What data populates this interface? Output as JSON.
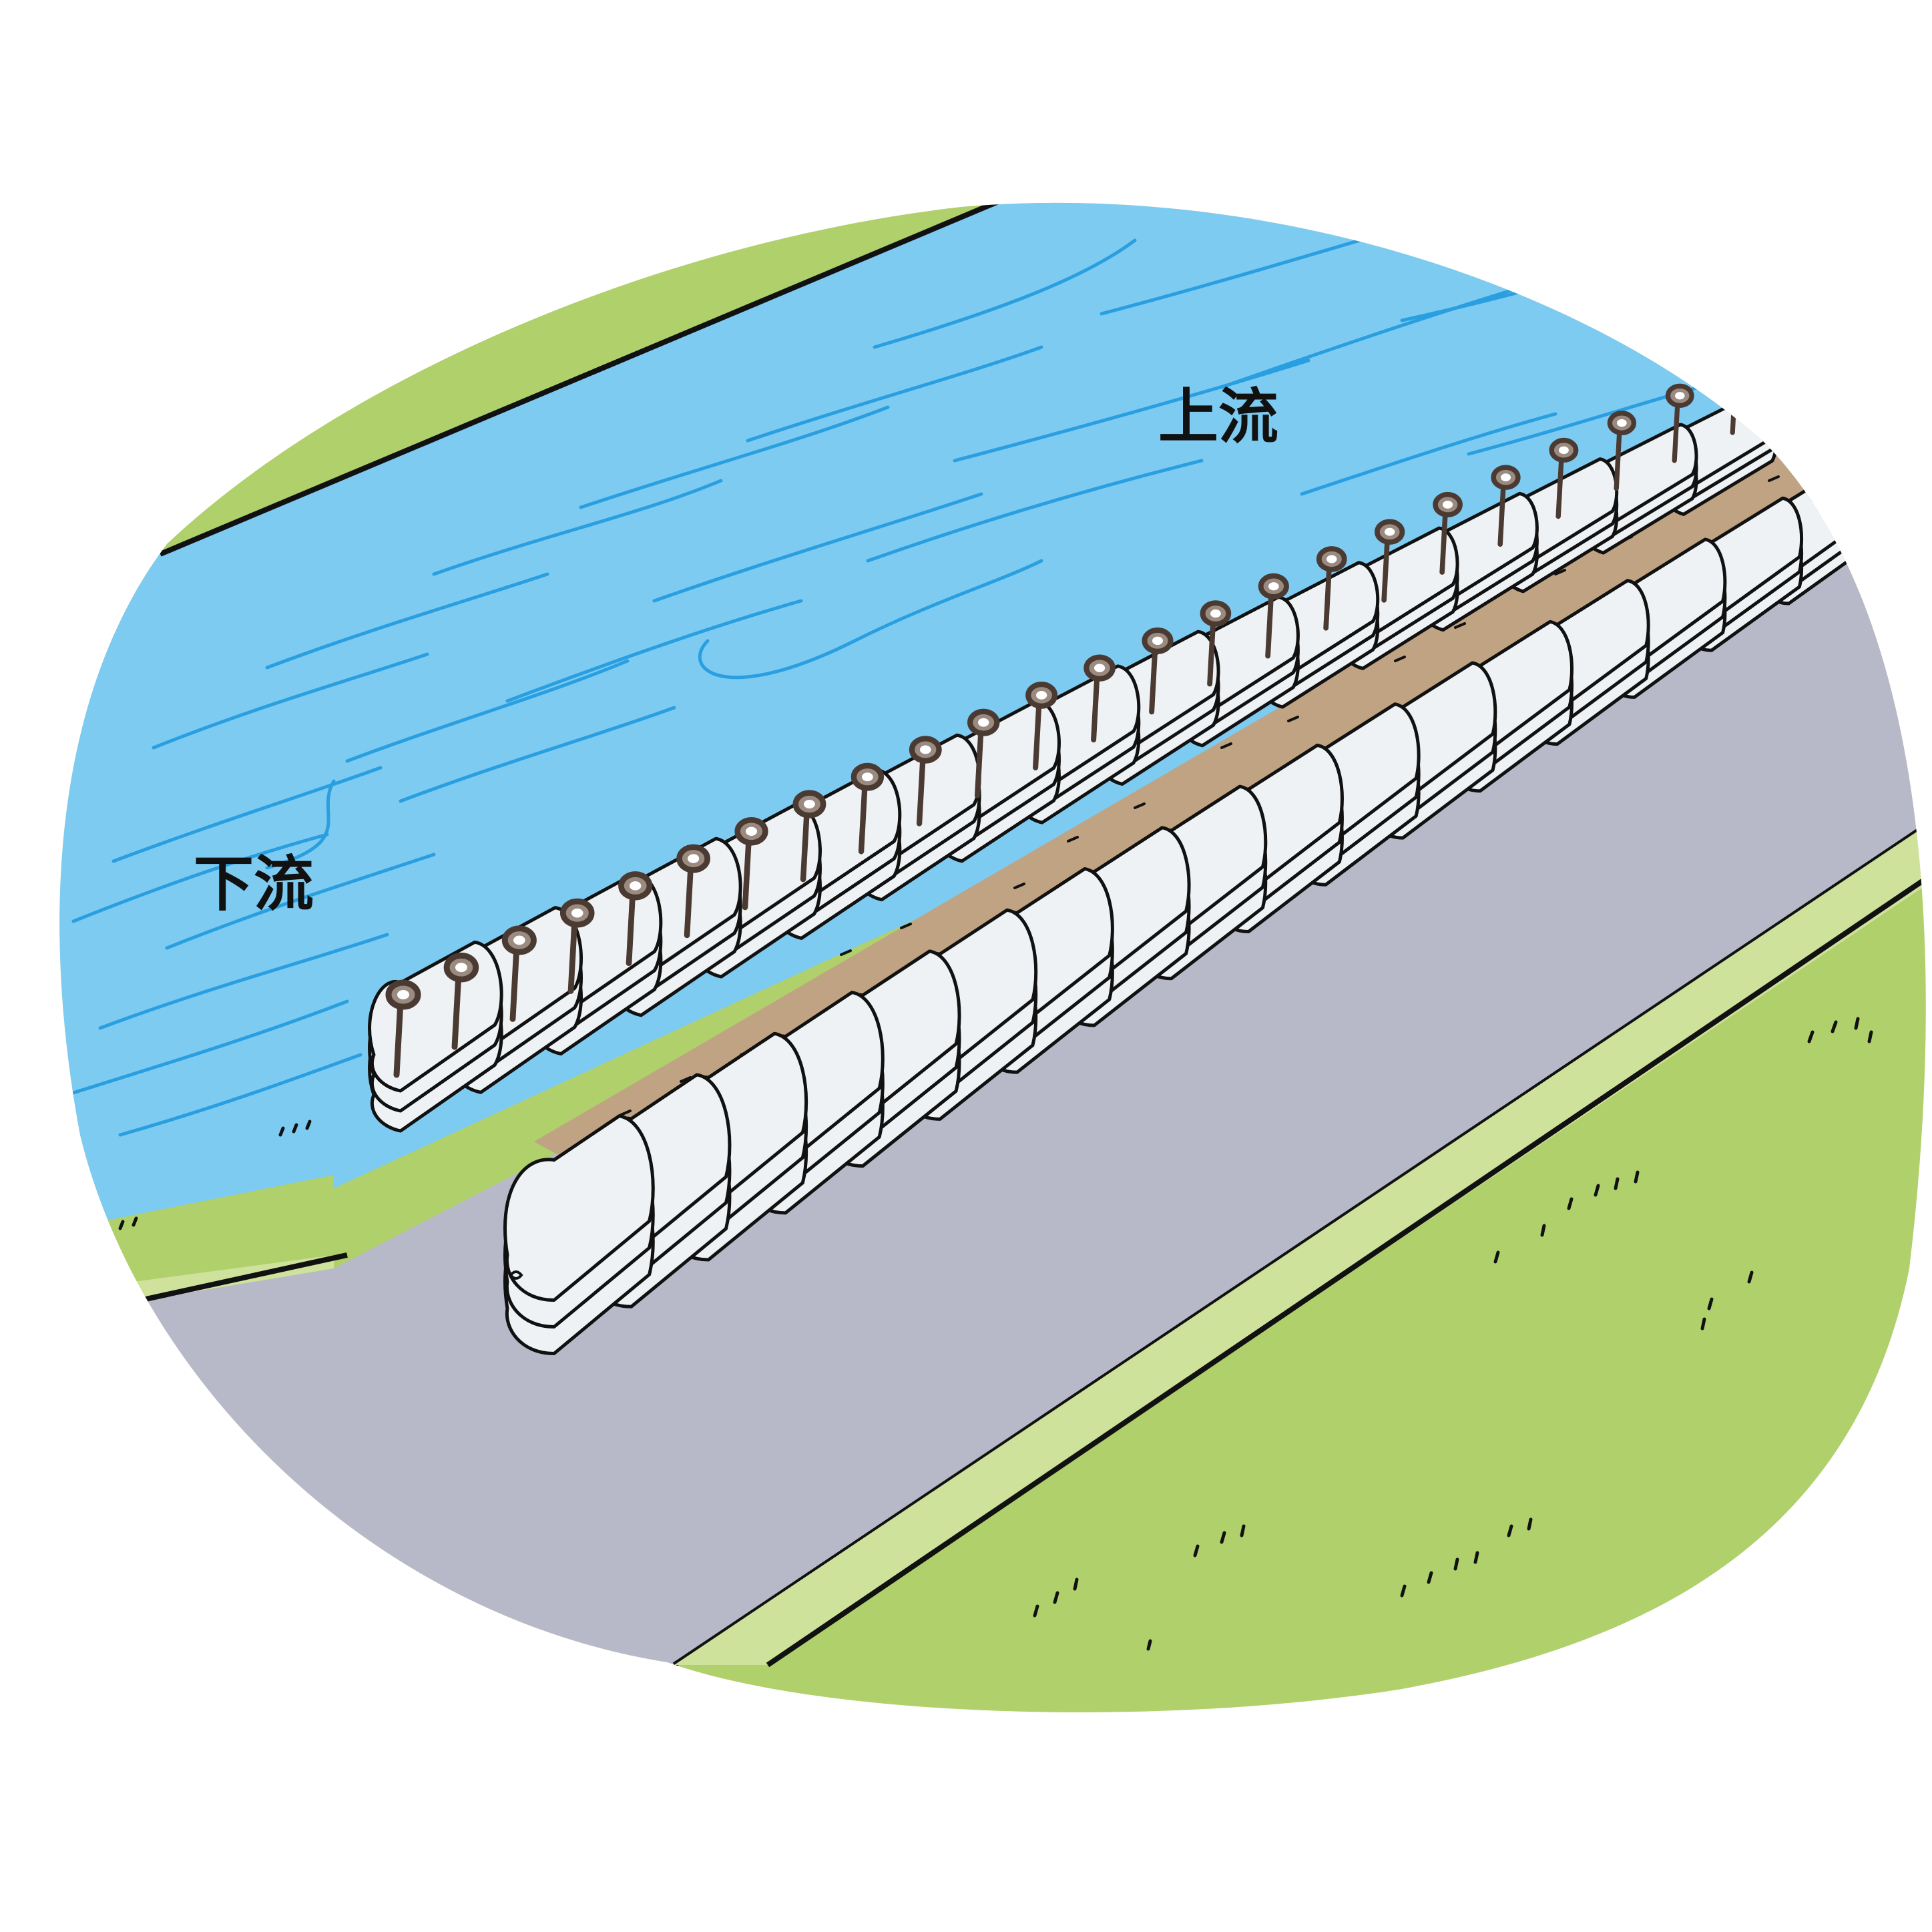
{
  "labels": {
    "upstream": "上流",
    "downstream": "下流"
  },
  "colors": {
    "river": "#7ecbf2",
    "wave": "#2a9fe0",
    "grass": "#afd06a",
    "grass_light": "#cfe29c",
    "road": "#b7b9c9",
    "soil": "#c0a382",
    "sandbag": "#eef2f4",
    "outline": "#111111",
    "stake": "#4a3a32"
  },
  "icons": [
    "sandbag-icon",
    "stake-icon"
  ],
  "sandbag_rows": {
    "front_visible_bags": 17,
    "back_visible_bags": 17,
    "layers": 3
  },
  "stakes_count": 24
}
